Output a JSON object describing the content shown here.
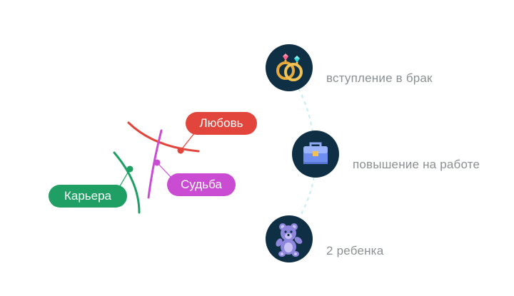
{
  "threads": [
    {
      "label": "Любовь",
      "color": "#e2453c"
    },
    {
      "label": "Судьба",
      "color": "#c94cd3"
    },
    {
      "label": "Карьера",
      "color": "#1f9f63"
    }
  ],
  "events": [
    {
      "label": "вступление в брак",
      "icon": "wedding-rings-icon"
    },
    {
      "label": "повышение на работе",
      "icon": "briefcase-icon"
    },
    {
      "label": "2 ребенка",
      "icon": "teddy-bear-icon"
    }
  ],
  "colors": {
    "icon_circle": "#0f2f44",
    "connector": "#c5eef2",
    "event_text": "#8a8f94"
  }
}
